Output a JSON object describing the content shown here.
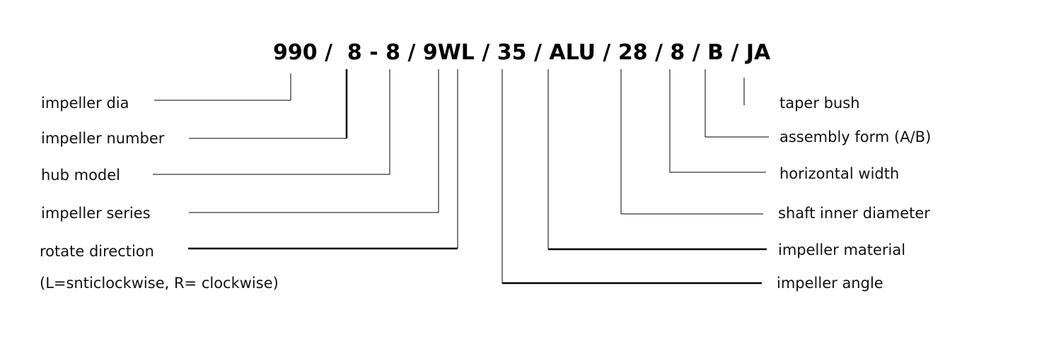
{
  "code": {
    "prefix": "990 /  8 - 8 / 9WL / 35 / ALU / 28 / 8 / B / JA"
  },
  "left_labels": [
    "impeller dia",
    "impeller number",
    "hub model",
    "impeller series",
    "rotate direction",
    "(L=snticlockwise, R= clockwise)"
  ],
  "right_labels": [
    "taper bush",
    "assembly form (A/B)",
    "horizontal width",
    "shaft inner diameter",
    "impeller material",
    "impeller angle"
  ]
}
